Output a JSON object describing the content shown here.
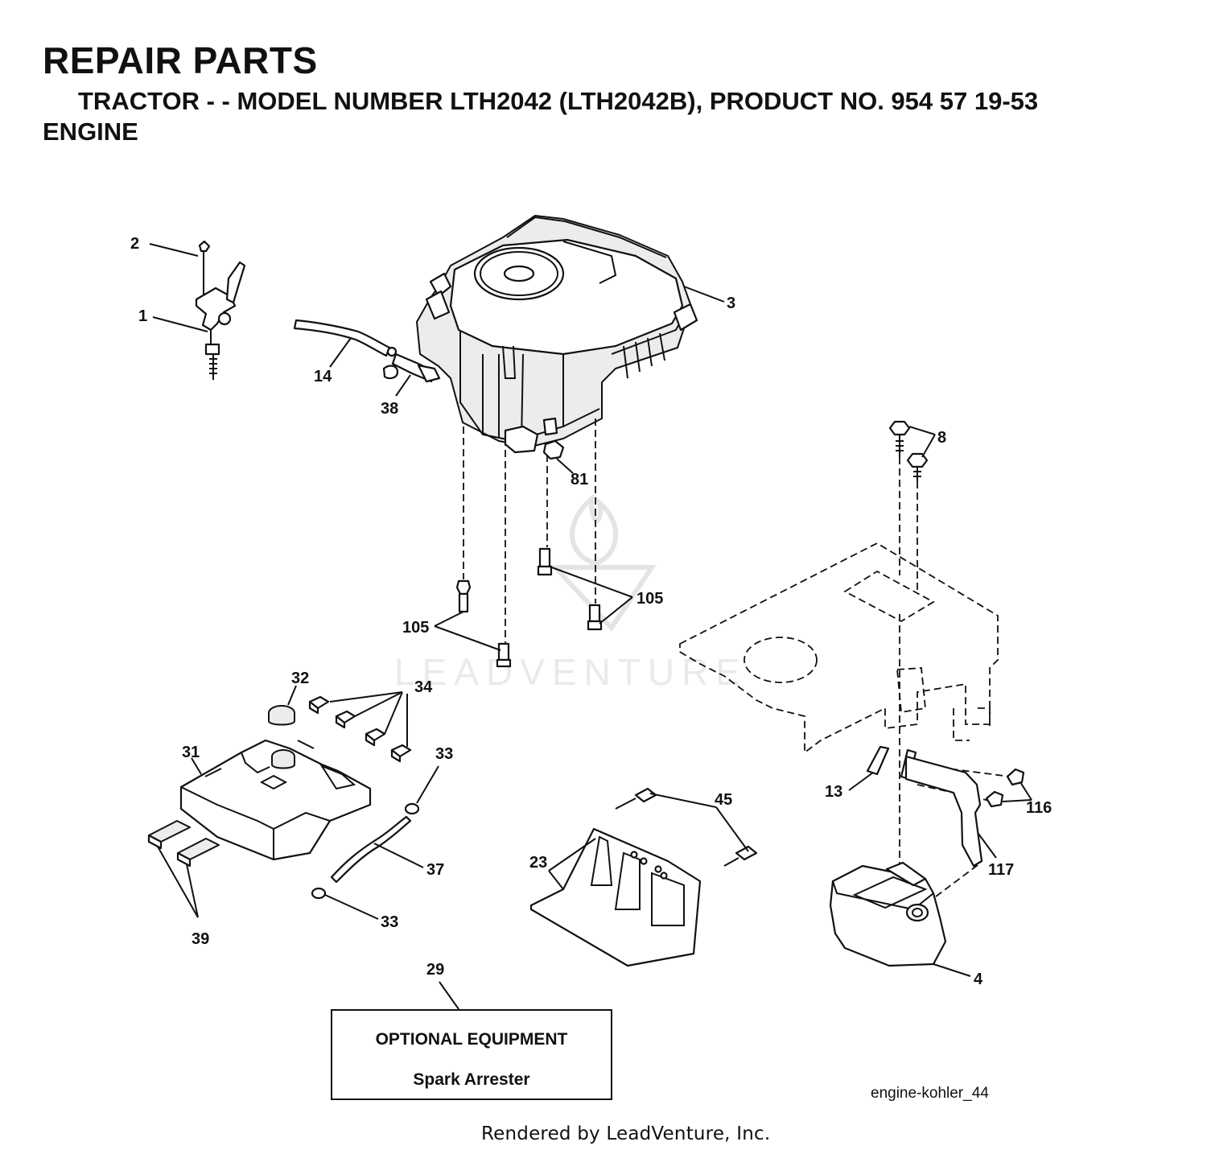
{
  "header": {
    "title": "REPAIR PARTS",
    "subtitle": "TRACTOR - - MODEL NUMBER LTH2042 (LTH2042B), PRODUCT NO. 954 57 19-53",
    "section": "ENGINE"
  },
  "callouts": {
    "c1": "1",
    "c2": "2",
    "c3": "3",
    "c4": "4",
    "c8": "8",
    "c13": "13",
    "c14": "14",
    "c23": "23",
    "c29": "29",
    "c31": "31",
    "c32": "32",
    "c33a": "33",
    "c33b": "33",
    "c34": "34",
    "c37": "37",
    "c38": "38",
    "c39": "39",
    "c45": "45",
    "c81": "81",
    "c105a": "105",
    "c105b": "105",
    "c116": "116",
    "c117": "117"
  },
  "optional_box": {
    "title": "OPTIONAL EQUIPMENT",
    "item": "Spark Arrester"
  },
  "drawing_id": "engine-kohler_44",
  "watermark": "LEADVENTURE",
  "footer": "Rendered by LeadVenture, Inc."
}
